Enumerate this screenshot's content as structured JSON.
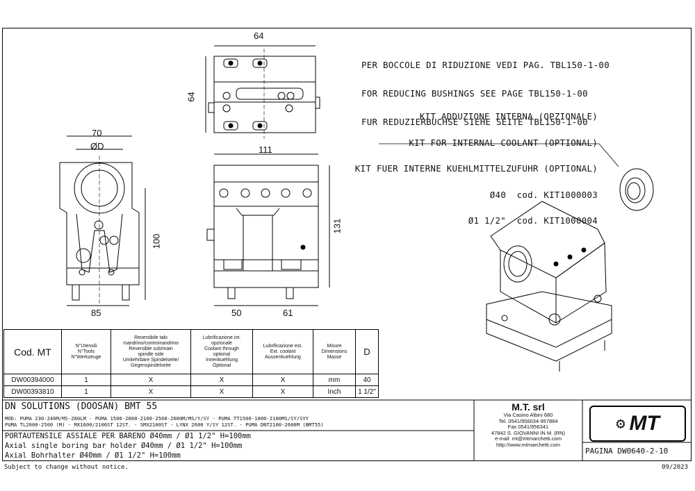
{
  "notes": {
    "bushings": [
      "PER BOCCOLE DI RIDUZIONE VEDI PAG. TBL150-1-00",
      "FOR REDUCING BUSHINGS SEE PAGE TBL150-1-00",
      "FUR REDUZIERBUCHSE SIEHE SEITE TBL150-1-00"
    ],
    "kit": [
      "KIT ADDUZIONE INTERNA (OPZIONALE)",
      "KIT FOR INTERNAL COOLANT (OPTIONAL)",
      "KIT FUER INTERNE KUEHLMITTELZUFUHR (OPTIONAL)",
      "Ø40  cod. KIT1000003",
      "Ø1 1/2\"  cod. KIT1000004"
    ]
  },
  "dimensions": {
    "top_width": "64",
    "top_height": "64",
    "front_width": "70",
    "front_bore": "ØD",
    "front_height": "100",
    "front_base": "85",
    "side_width": "111",
    "side_height": "131",
    "side_left": "50",
    "side_right": "61"
  },
  "table": {
    "headers": [
      "Cod. MT",
      "N°Utensili\nN°Tools\nN°Werkzeuge",
      "Reversibile talo\nmandrino/contromandrino\nReversible sub/main\nspindle side\nUmkehrbare Spindelseite/\nGegenspindelseite",
      "Lubrificazione int.\nopzionale\nCoolant through\noptional\nInnenkuehlung\nOptional",
      "Lubrificazione est.\nExt. coolant\nAussenkuehlung",
      "Misure\nDimensions\nMasse",
      "D"
    ],
    "rows": [
      [
        "DW00394000",
        "1",
        "X",
        "X",
        "X",
        "mm",
        "40"
      ],
      [
        "DW00393810",
        "1",
        "X",
        "X",
        "X",
        "Inch",
        "1 1/2\""
      ]
    ]
  },
  "title_block": {
    "machine": "DN SOLUTIONS (DOOSAN)   BMT 55",
    "models": "MOD: PUMA 230-240M/MS-280LM - PUMA 1500-2000-2100-2500-2600M/MS/Y/SY - PUMA TT1500-1800-2100MS/SY/SYY",
    "models2": "PUMA TL2000-2500 (M) - MX1600/2100ST 12ST. - SMX2100ST - LYNX 2600 Y/SY 12ST. - PUMA DNT2100-2600M (BMT55)",
    "desc_it": "PORTAUTENSILE ASSIALE PER BARENO Ø40mm / Ø1 1/2\" H=100mm",
    "desc_en": "Axial single boring bar holder Ø40mm / Ø1 1/2\" H=100mm",
    "desc_de": "Axial Bohrhalter Ø40mm / Ø1 1/2\" H=100mm",
    "company": "M.T. srl",
    "address": [
      "Via Casino Albini 680",
      "Tel. 0541/956034-957884",
      "Fax 0541/956341",
      "47842 S. GIOVANNI IN M. (RN)",
      "e-mail: mt@mtmarchetti.com",
      "http://www.mtmarchetti.com"
    ],
    "logo": "MT",
    "page": "PAGINA DW0640-2-10"
  },
  "footer": {
    "left": "Subject to change without notice.",
    "right": "09/2023"
  }
}
